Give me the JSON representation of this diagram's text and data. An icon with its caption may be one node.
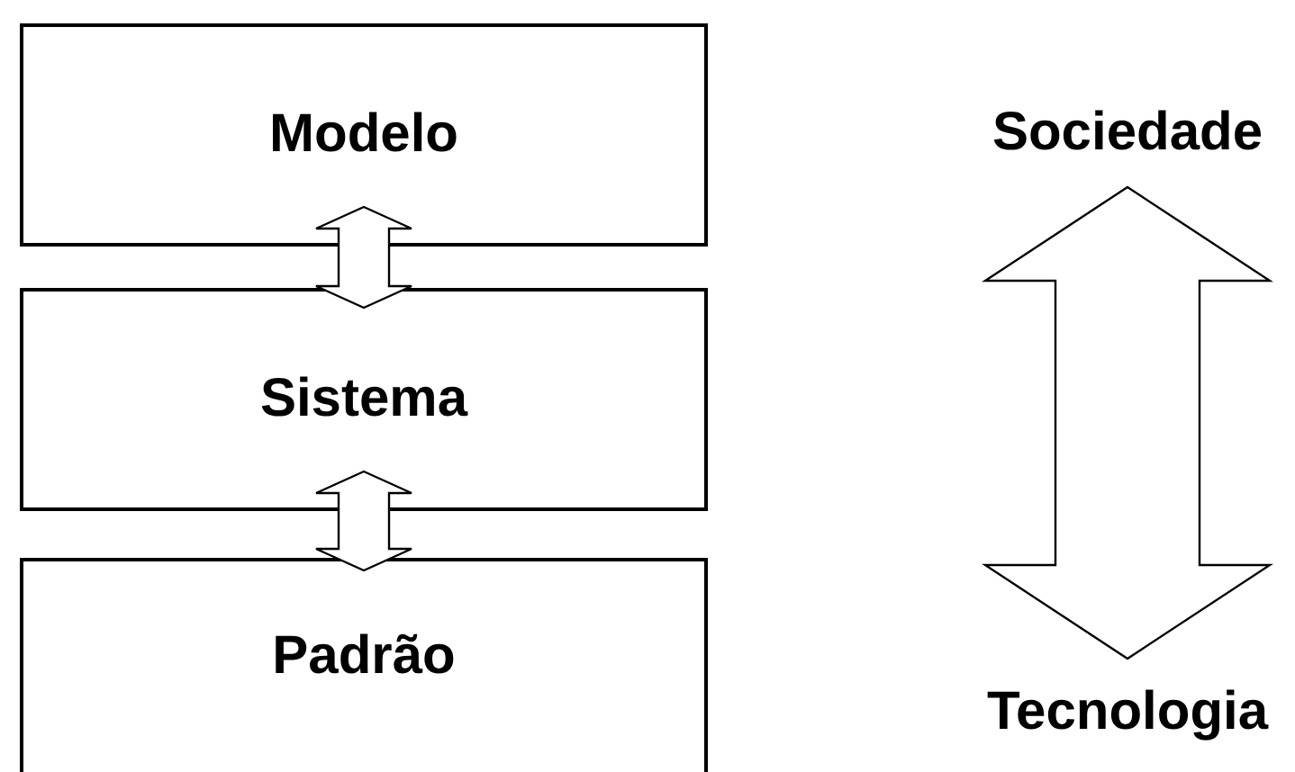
{
  "diagram": {
    "nodes": [
      {
        "text": [
          "Modelo"
        ]
      },
      {
        "text": [
          "Sistema"
        ]
      },
      {
        "text": [
          "Padrão"
        ]
      },
      {
        "text": [
          "Sociedade"
        ]
      },
      {
        "text": [
          "Tecnologia"
        ]
      }
    ],
    "edges": [
      {
        "from": 0,
        "to": 1,
        "arrow": "both"
      },
      {
        "from": 1,
        "to": 2,
        "arrow": "both"
      },
      {
        "from": 3,
        "to": 4,
        "arrow": "both"
      }
    ]
  }
}
